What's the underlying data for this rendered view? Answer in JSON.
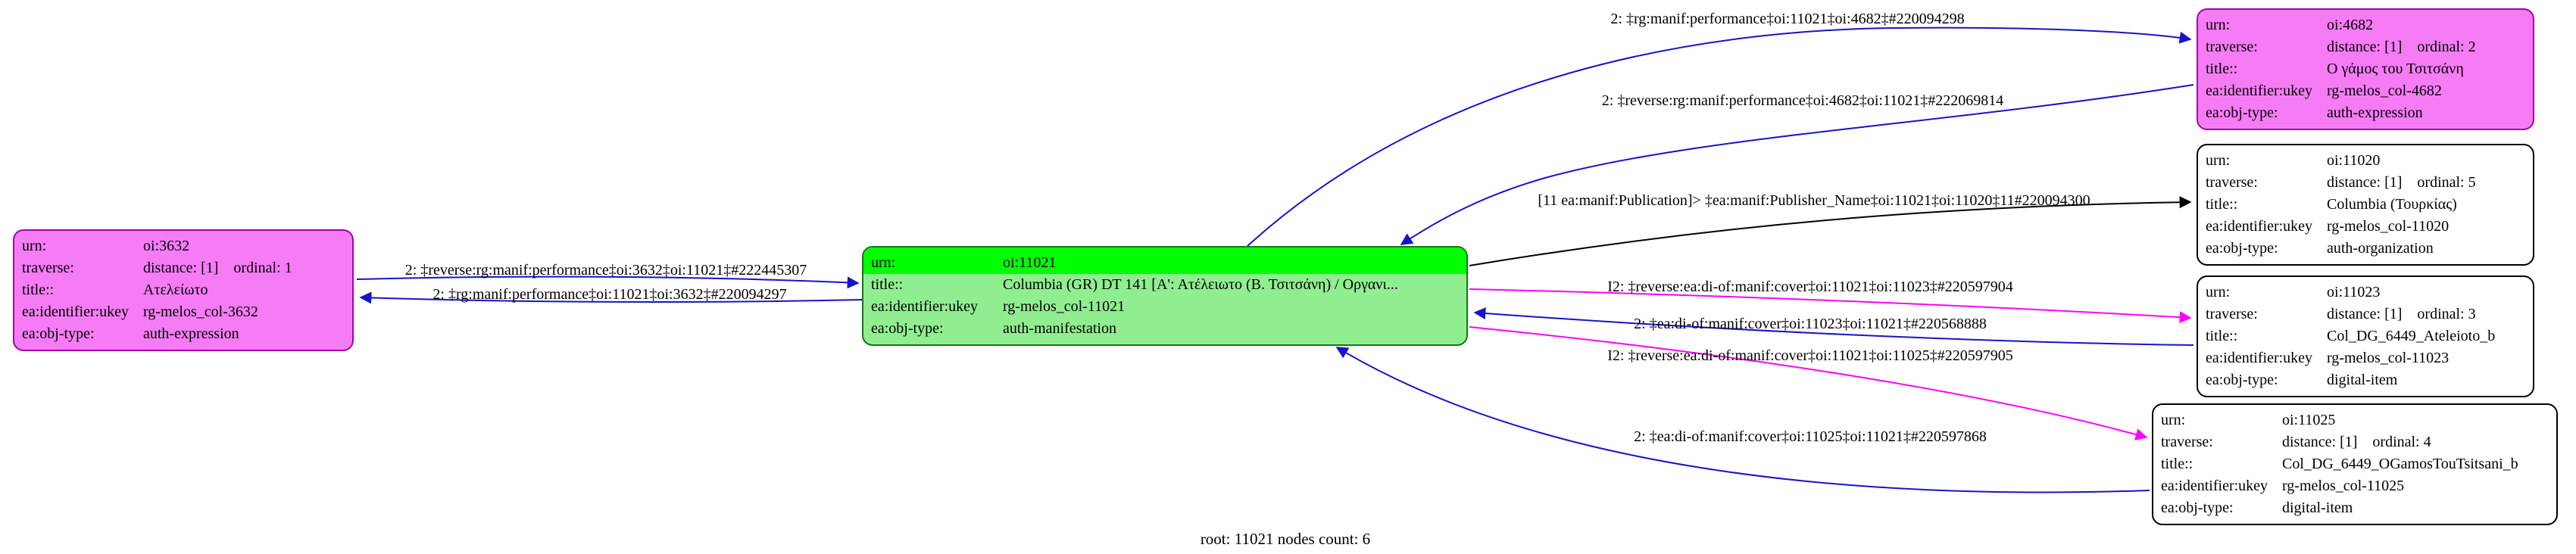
{
  "caption": "root: 11021 nodes count: 6",
  "colors": {
    "pink_fill": "#f57cf5",
    "pink_border": "#a800a8",
    "green_fill": "#90ee90",
    "green_border": "#0e7a0e",
    "highlight_fill": "#00ff00",
    "white_fill": "#ffffff",
    "white_border": "#000000",
    "edge_blue": "#1414cc",
    "edge_magenta": "#ff00ff",
    "edge_black": "#000000"
  },
  "labels": {
    "urn": "urn:",
    "traverse": "traverse:",
    "title": "title::",
    "ukey": "ea:identifier:ukey",
    "objtype": "ea:obj-type:"
  },
  "nodes": {
    "n3632": {
      "urn": "oi:3632",
      "traverse": "distance: [1]    ordinal: 1",
      "title": "Ατελείωτο",
      "ukey": "rg-melos_col-3632",
      "objtype": "auth-expression"
    },
    "n11021": {
      "urn": "oi:11021",
      "title": "Columbia (GR) DT 141 [Α': Ατέλειωτο (Β. Τσιτσάνη) / Οργανι...",
      "ukey": "rg-melos_col-11021",
      "objtype": "auth-manifestation"
    },
    "n4682": {
      "urn": "oi:4682",
      "traverse": "distance: [1]    ordinal: 2",
      "title": "Ο γάμος του Τσιτσάνη",
      "ukey": "rg-melos_col-4682",
      "objtype": "auth-expression"
    },
    "n11020": {
      "urn": "oi:11020",
      "traverse": "distance: [1]    ordinal: 5",
      "title": "Columbia (Τουρκίας)",
      "ukey": "rg-melos_col-11020",
      "objtype": "auth-organization"
    },
    "n11023": {
      "urn": "oi:11023",
      "traverse": "distance: [1]    ordinal: 3",
      "title": "Col_DG_6449_Ateleioto_b",
      "ukey": "rg-melos_col-11023",
      "objtype": "digital-item"
    },
    "n11025": {
      "urn": "oi:11025",
      "traverse": "distance: [1]    ordinal: 4",
      "title": "Col_DG_6449_OGamosTouTsitsani_b",
      "ukey": "rg-melos_col-11025",
      "objtype": "digital-item"
    }
  },
  "edges": {
    "perf_to_4682": {
      "label": "2: ‡rg:manif:performance‡oi:11021‡oi:4682‡#220094298",
      "color": "blue"
    },
    "rev_perf_from_4682": {
      "label": "2: ‡reverse:rg:manif:performance‡oi:4682‡oi:11021‡#222069814",
      "color": "blue"
    },
    "publisher_to_11020": {
      "label": "[11 ea:manif:Publication]> ‡ea:manif:Publisher_Name‡oi:11021‡oi:11020‡11#220094300",
      "color": "black"
    },
    "rev_cover_to_11023": {
      "label": "I2: ‡reverse:ea:di-of:manif:cover‡oi:11021‡oi:11023‡#220597904",
      "color": "magenta"
    },
    "cover_from_11023": {
      "label": "2: ‡ea:di-of:manif:cover‡oi:11023‡oi:11021‡#220568888",
      "color": "blue"
    },
    "rev_cover_to_11025": {
      "label": "I2: ‡reverse:ea:di-of:manif:cover‡oi:11021‡oi:11025‡#220597905",
      "color": "magenta"
    },
    "cover_from_11025": {
      "label": "2: ‡ea:di-of:manif:cover‡oi:11025‡oi:11021‡#220597868",
      "color": "blue"
    },
    "rev_perf_from_3632": {
      "label": "2: ‡reverse:rg:manif:performance‡oi:3632‡oi:11021‡#222445307",
      "color": "blue"
    },
    "perf_to_3632": {
      "label": "2: ‡rg:manif:performance‡oi:11021‡oi:3632‡#220094297",
      "color": "blue"
    }
  }
}
